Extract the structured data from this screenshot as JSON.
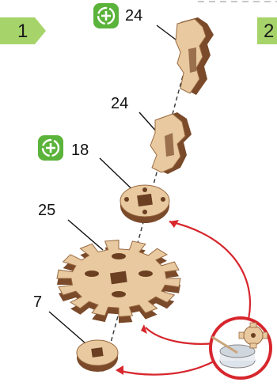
{
  "step": {
    "current": "1",
    "next": "2"
  },
  "labels": {
    "top_part": "24",
    "middle_part": "24",
    "small_disc": "18",
    "big_gear": "25",
    "bottom_disc": "7"
  },
  "icons": {
    "glue_badge": "plus-in-circle-icon"
  },
  "colors": {
    "badge_green": "#5ab33a",
    "step_green": "#a6d46a",
    "wood": "#e8c9a0",
    "wood_dark": "#7a4a2a",
    "arrow_red": "#d7262d"
  }
}
